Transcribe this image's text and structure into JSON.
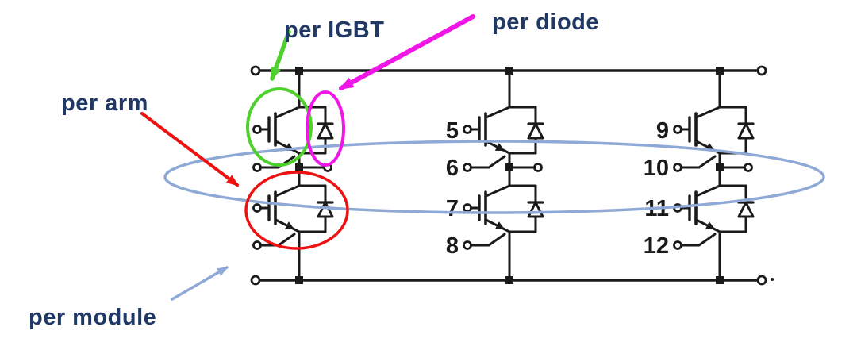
{
  "diagram": {
    "type": "igbt-power-module-circuit",
    "annotation_labels": {
      "per_igbt": "per IGBT",
      "per_diode": "per diode",
      "per_arm": "per arm",
      "per_module": "per module"
    },
    "terminal_numbers": [
      "5",
      "6",
      "7",
      "8",
      "9",
      "10",
      "11",
      "12"
    ],
    "colors": {
      "label_text": "#1F3864",
      "circuit_ink": "#1A1A1A",
      "igbt_highlight": "#4ED02D",
      "diode_highlight": "#F016E6",
      "arm_highlight": "#EE1111",
      "module_highlight": "#8EA9D6",
      "background": "#FFFFFF"
    }
  }
}
